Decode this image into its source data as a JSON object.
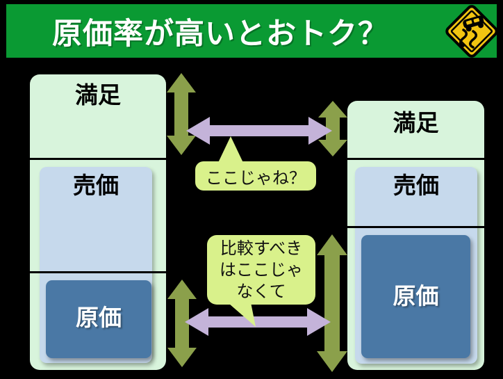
{
  "banner": {
    "title": "原価率が高いとおトク？",
    "bg": "#0a9a33",
    "text_color": "#ffffff"
  },
  "sign_icon": {
    "name": "slippery-road-warning-sign",
    "yellow": "#f2c411"
  },
  "left_column": {
    "satisfaction": "満足",
    "sale_price": "売価",
    "cost": "原価"
  },
  "right_column": {
    "satisfaction": "満足",
    "sale_price": "売価",
    "cost": "原価"
  },
  "callouts": {
    "top": "ここじゃね？",
    "bottom_line1": "比較すべき",
    "bottom_line2": "はここじゃ",
    "bottom_line3": "なくて"
  },
  "colors": {
    "background": "#000000",
    "banner_green": "#0a9a33",
    "panel_green": "#d8f4dc",
    "panel_blue": "#c6d9ec",
    "panel_dark_blue": "#4a78a5",
    "arrow_olive": "#8ba04b",
    "arrow_purple": "#c4b3d9",
    "callout_fill": "#d9f18b"
  }
}
